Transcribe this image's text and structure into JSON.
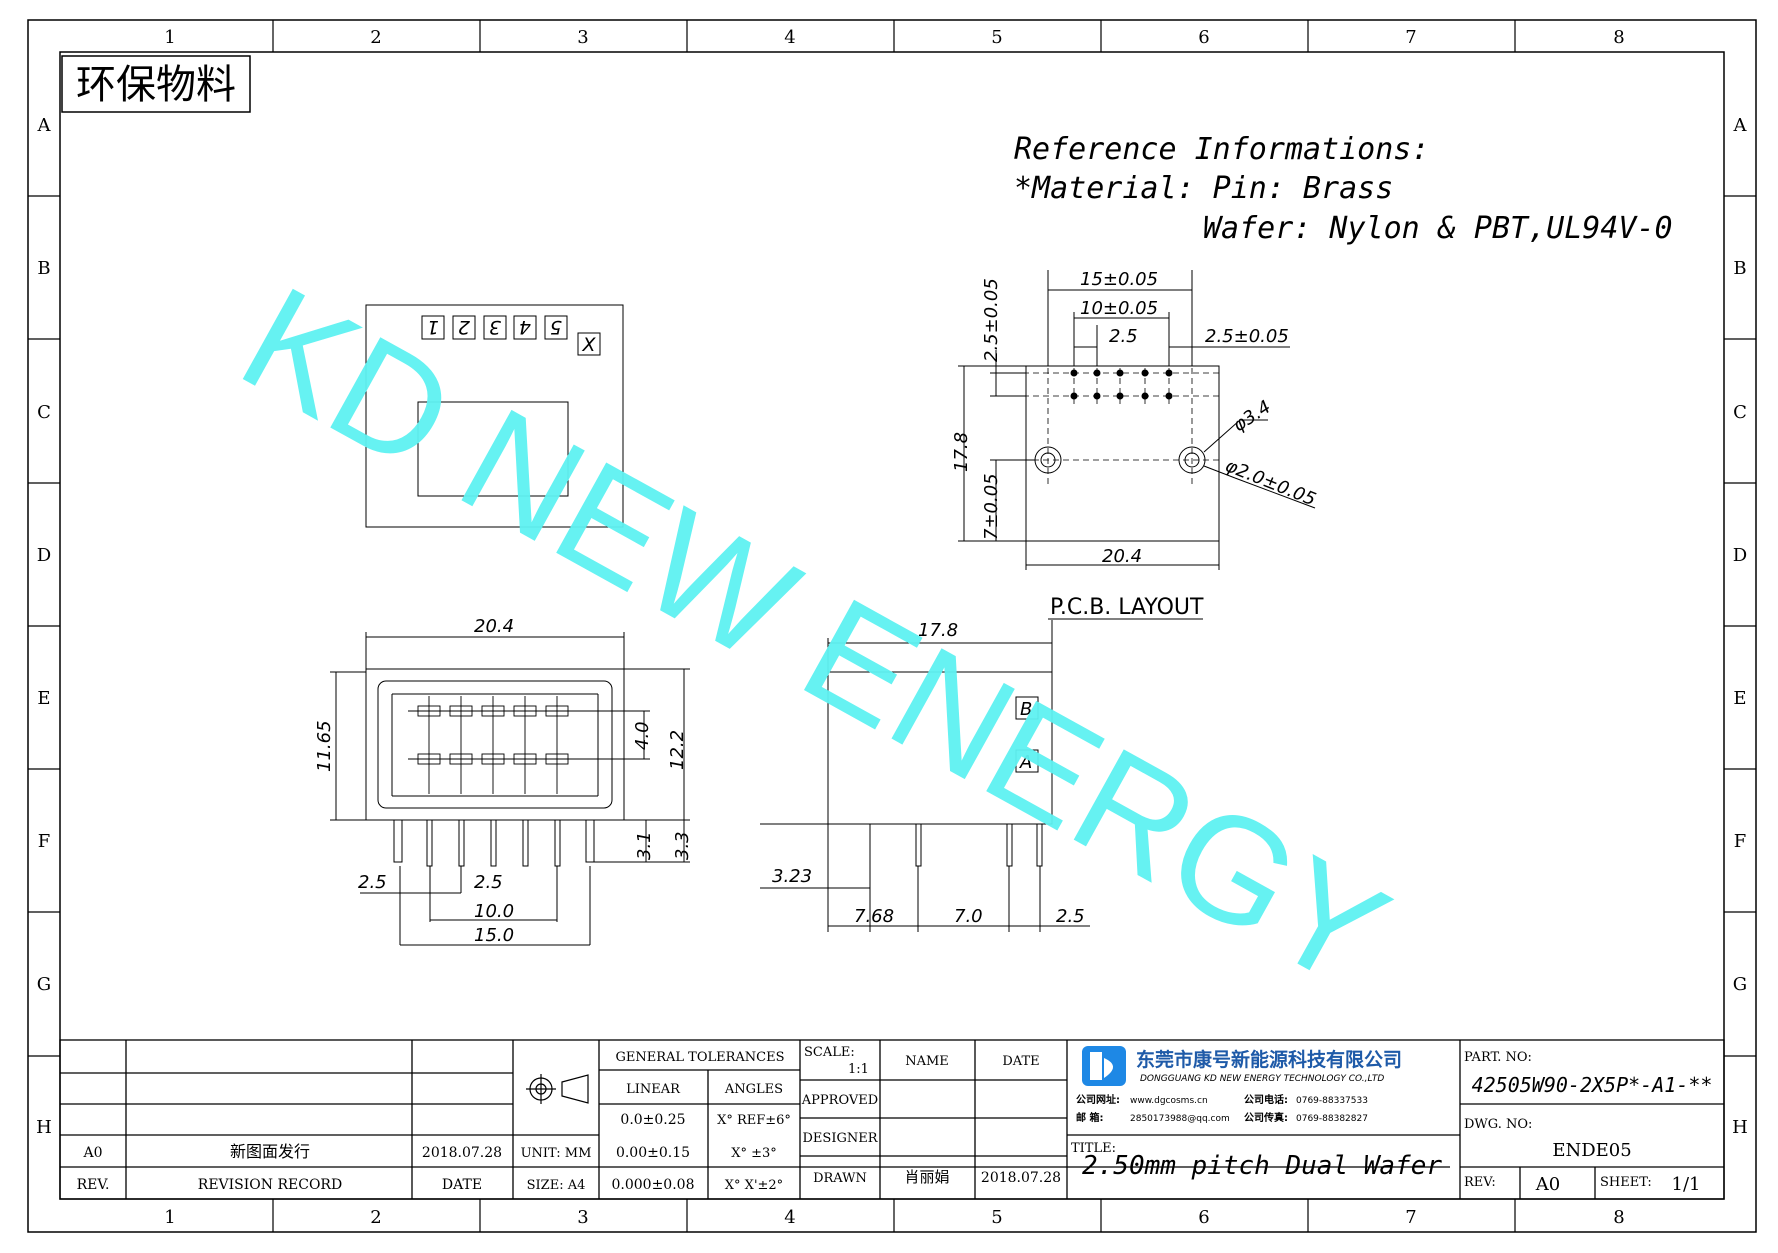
{
  "frame": {
    "columns": [
      "1",
      "2",
      "3",
      "4",
      "5",
      "6",
      "7",
      "8"
    ],
    "rows": [
      "A",
      "B",
      "C",
      "D",
      "E",
      "F",
      "G",
      "H"
    ]
  },
  "eco_stamp": "环保物料",
  "watermark": "KD NEW ENERGY",
  "reference": {
    "line1": "Reference Informations:",
    "line2": "*Material: Pin: Brass",
    "line3": "Wafer: Nylon & PBT,UL94V-0"
  },
  "top_view": {
    "pin_labels": [
      "1",
      "2",
      "3",
      "4",
      "5"
    ],
    "x_label": "X"
  },
  "pcb_layout": {
    "title": "P.C.B. LAYOUT",
    "dims": {
      "d15": "15±0.05",
      "d10": "10±0.05",
      "d25": "2.5",
      "d25b": "2.5±0.05",
      "d25v": "2.5±0.05",
      "d178": "17.8",
      "d7": "7±0.05",
      "d204": "20.4",
      "phi34": "φ3.4",
      "phi20": "φ2.0±0.05"
    }
  },
  "front_view": {
    "dims": {
      "w": "20.4",
      "h1165": "11.65",
      "h40": "4.0",
      "h122": "12.2",
      "h31": "3.1",
      "h33": "3.3",
      "p25a": "2.5",
      "p25b": "2.5",
      "w10": "10.0",
      "w15": "15.0"
    }
  },
  "side_view": {
    "dims": {
      "w178": "17.8",
      "h323": "3.23",
      "d768": "7.68",
      "d70": "7.0",
      "d25": "2.5"
    },
    "row_b": "B",
    "row_a": "A"
  },
  "title_block": {
    "revision_rows": [
      {
        "rev": "A0",
        "record": "新图面发行",
        "date": "2018.07.28"
      },
      {
        "rev": "REV.",
        "record": "REVISION RECORD",
        "date": "DATE"
      }
    ],
    "unit": "UNIT: MM",
    "size": "SIZE: A4",
    "general_tolerances": "GENERAL TOLERANCES",
    "linear": "LINEAR",
    "angles": "ANGLES",
    "tol_rows": [
      {
        "linear": "0.0±0.25",
        "angle": "X° REF±6°"
      },
      {
        "linear": "0.00±0.15",
        "angle": "X° ±3°"
      },
      {
        "linear": "0.000±0.08",
        "angle": "X° X'±2°"
      }
    ],
    "scale_label": "SCALE:",
    "scale_value": "1:1",
    "name_col": "NAME",
    "date_col": "DATE",
    "approved": "APPROVED",
    "designer": "DESIGNER",
    "drawn": "DRAWN",
    "drawn_name": "肖丽娟",
    "drawn_date": "2018.07.28",
    "company_cn": "东莞市康号新能源科技有限公司",
    "company_en": "DONGGUANG KD NEW ENERGY TECHNOLOGY CO.,LTD",
    "contact1_label": "公司网址:",
    "contact1_value": "www.dgcosms.cn",
    "contact2_label": "公司电话:",
    "contact2_value": "0769-88337533",
    "contact3_label": "邮    箱:",
    "contact3_value": "2850173988@qq.com",
    "contact4_label": "公司传真:",
    "contact4_value": "0769-88382827",
    "title_label": "TITLE:",
    "title_value": "2.50mm pitch Dual Wafer",
    "part_no_label": "PART. NO:",
    "part_no_value": "42505W90-2X5P*-A1-**",
    "dwg_no_label": "DWG. NO:",
    "dwg_no_value": "ENDE05",
    "rev_label": "REV:",
    "rev_value": "A0",
    "sheet_label": "SHEET:",
    "sheet_value": "1/1"
  },
  "colors": {
    "watermark": "#5ef2f2",
    "line": "#000000",
    "logo": "#1e88e5"
  }
}
